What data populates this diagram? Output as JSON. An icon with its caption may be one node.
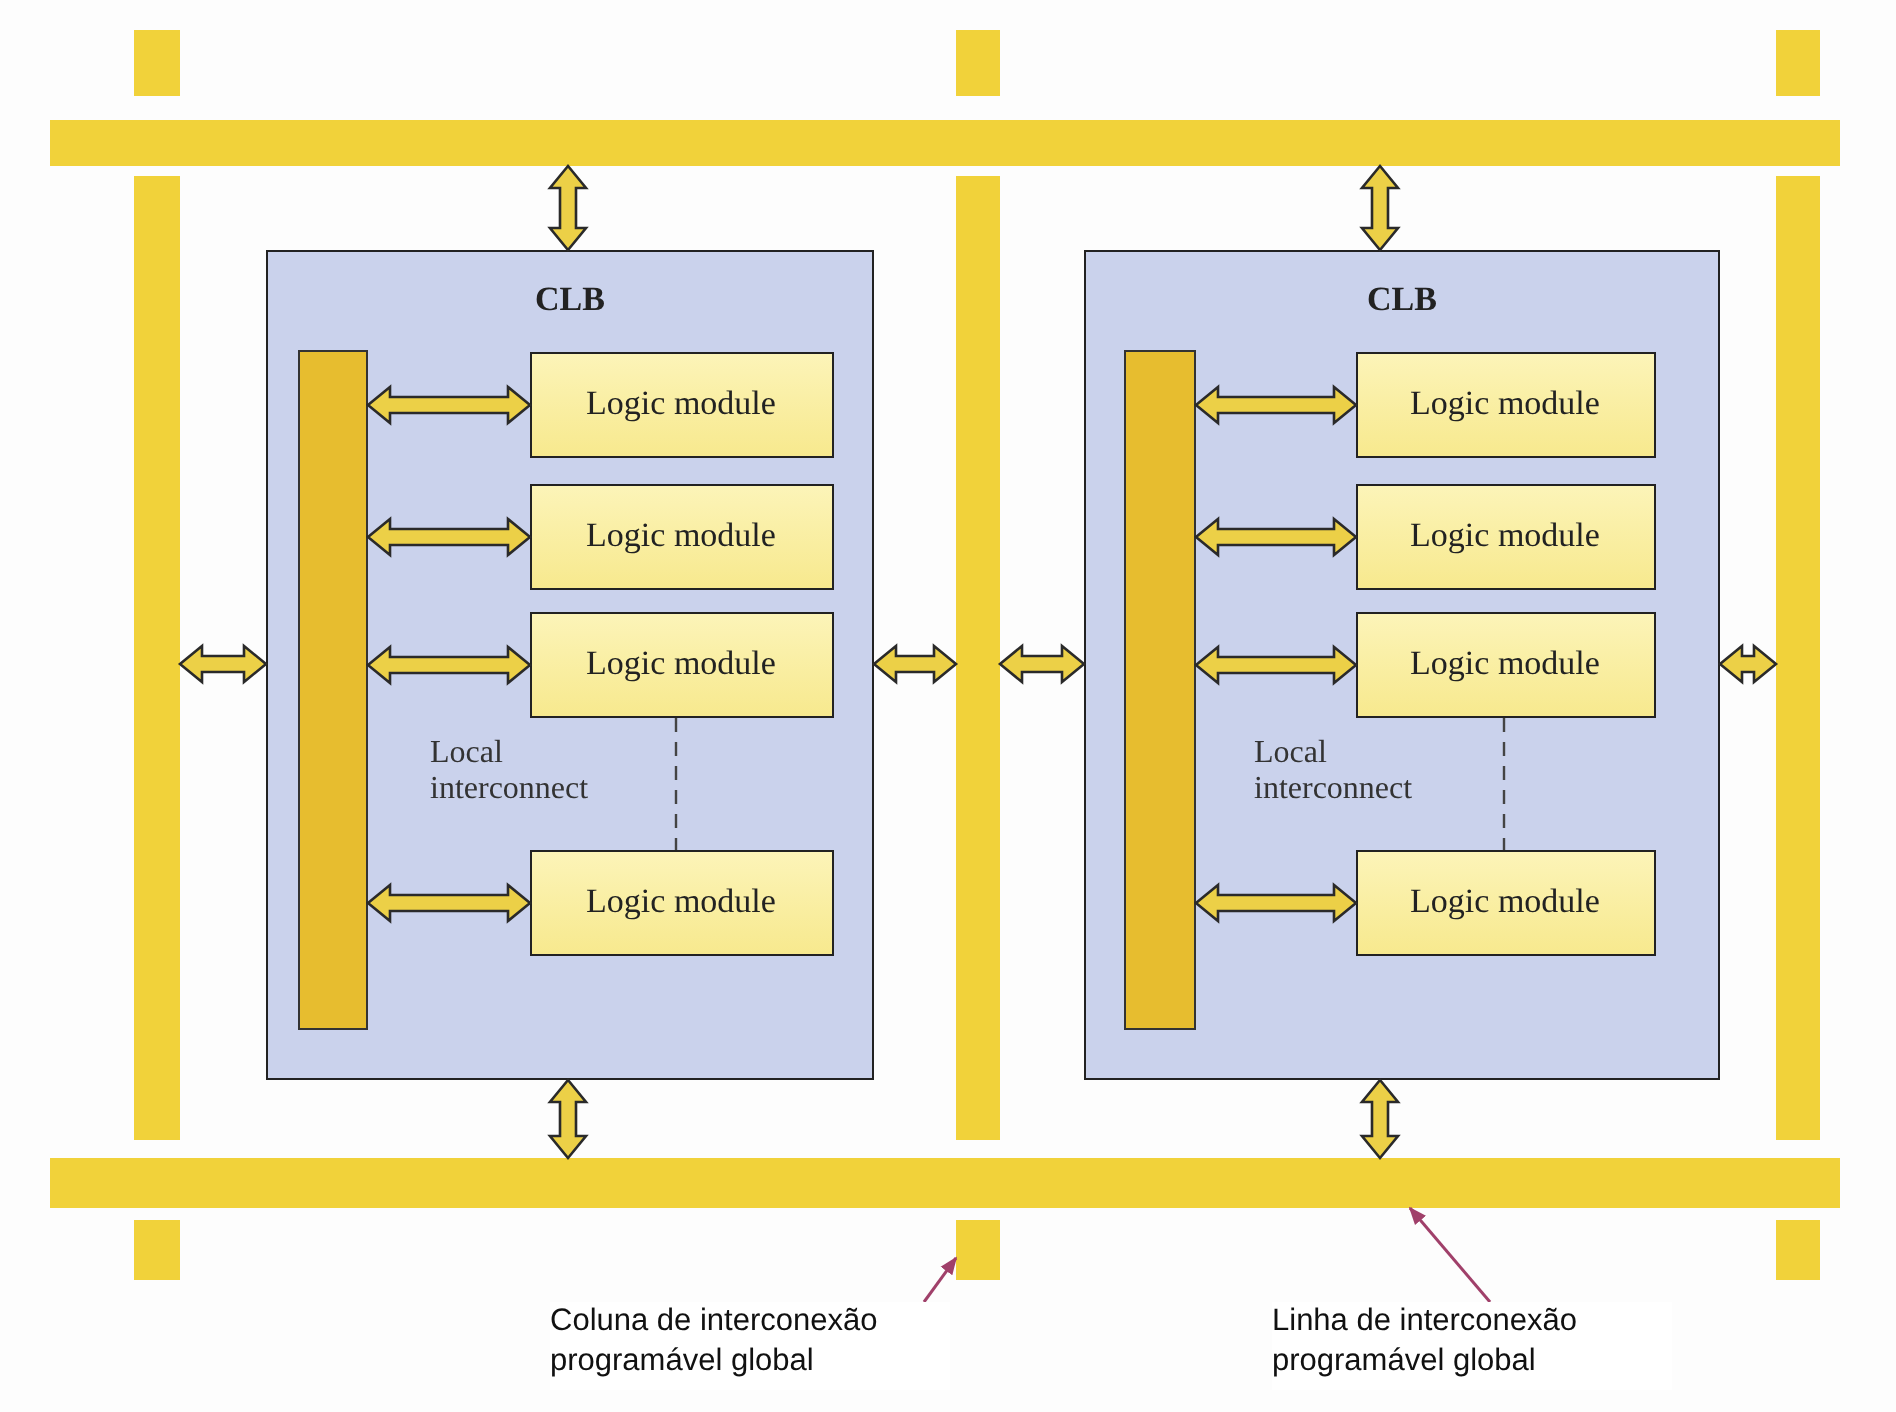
{
  "diagram": {
    "nodes": [
      {
        "text": [],
        "shape": "bar"
      },
      {
        "text": [],
        "shape": "bar"
      },
      {
        "text": [],
        "shape": "bar"
      },
      {
        "text": [],
        "shape": "bar"
      },
      {
        "text": [],
        "shape": "bar"
      },
      {
        "text": [
          "CLB"
        ]
      },
      {
        "text": [],
        "shape": "bar",
        "in": 5
      },
      {
        "text": [
          "Logic module"
        ],
        "in": 5
      },
      {
        "text": [
          "Logic module"
        ],
        "in": 5
      },
      {
        "text": [
          "Logic module"
        ],
        "in": 5
      },
      {
        "text": [
          "Logic module"
        ],
        "in": 5
      },
      {
        "text": [
          "CLB"
        ]
      },
      {
        "text": [],
        "shape": "bar",
        "in": 11
      },
      {
        "text": [
          "Logic module"
        ],
        "in": 11
      },
      {
        "text": [
          "Logic module"
        ],
        "in": 11
      },
      {
        "text": [
          "Logic module"
        ],
        "in": 11
      },
      {
        "text": [
          "Logic module"
        ],
        "in": 11
      },
      {
        "text": [
          "Coluna de interconexão programável global"
        ]
      },
      {
        "text": [
          "Linha de interconexão programável global"
        ]
      }
    ],
    "edges": [
      {
        "from": 0,
        "to": 5,
        "arrow": "both"
      },
      {
        "from": 5,
        "to": 1,
        "arrow": "both"
      },
      {
        "from": 0,
        "to": 11,
        "arrow": "both"
      },
      {
        "from": 11,
        "to": 1,
        "arrow": "both"
      },
      {
        "from": 2,
        "to": 5,
        "arrow": "both"
      },
      {
        "from": 5,
        "to": 3,
        "arrow": "both"
      },
      {
        "from": 3,
        "to": 11,
        "arrow": "both"
      },
      {
        "from": 11,
        "to": 4,
        "arrow": "both"
      },
      {
        "from": 6,
        "to": 7,
        "arrow": "both"
      },
      {
        "from": 6,
        "to": 8,
        "arrow": "both"
      },
      {
        "from": 6,
        "to": 9,
        "arrow": "both"
      },
      {
        "from": 6,
        "to": 10,
        "arrow": "both"
      },
      {
        "from": 9,
        "to": 10,
        "arrow": "none",
        "style": "dashed"
      },
      {
        "from": 12,
        "to": 13,
        "arrow": "both"
      },
      {
        "from": 12,
        "to": 14,
        "arrow": "both"
      },
      {
        "from": 12,
        "to": 15,
        "arrow": "both"
      },
      {
        "from": 12,
        "to": 16,
        "arrow": "both"
      },
      {
        "from": 15,
        "to": 16,
        "arrow": "none",
        "style": "dashed"
      },
      {
        "from": 17,
        "to": 3,
        "arrow": "to",
        "color": "#a0406a"
      },
      {
        "from": 18,
        "to": 1,
        "arrow": "to",
        "color": "#a0406a"
      }
    ],
    "labels": [
      "Local interconnect",
      "Local interconnect"
    ]
  }
}
